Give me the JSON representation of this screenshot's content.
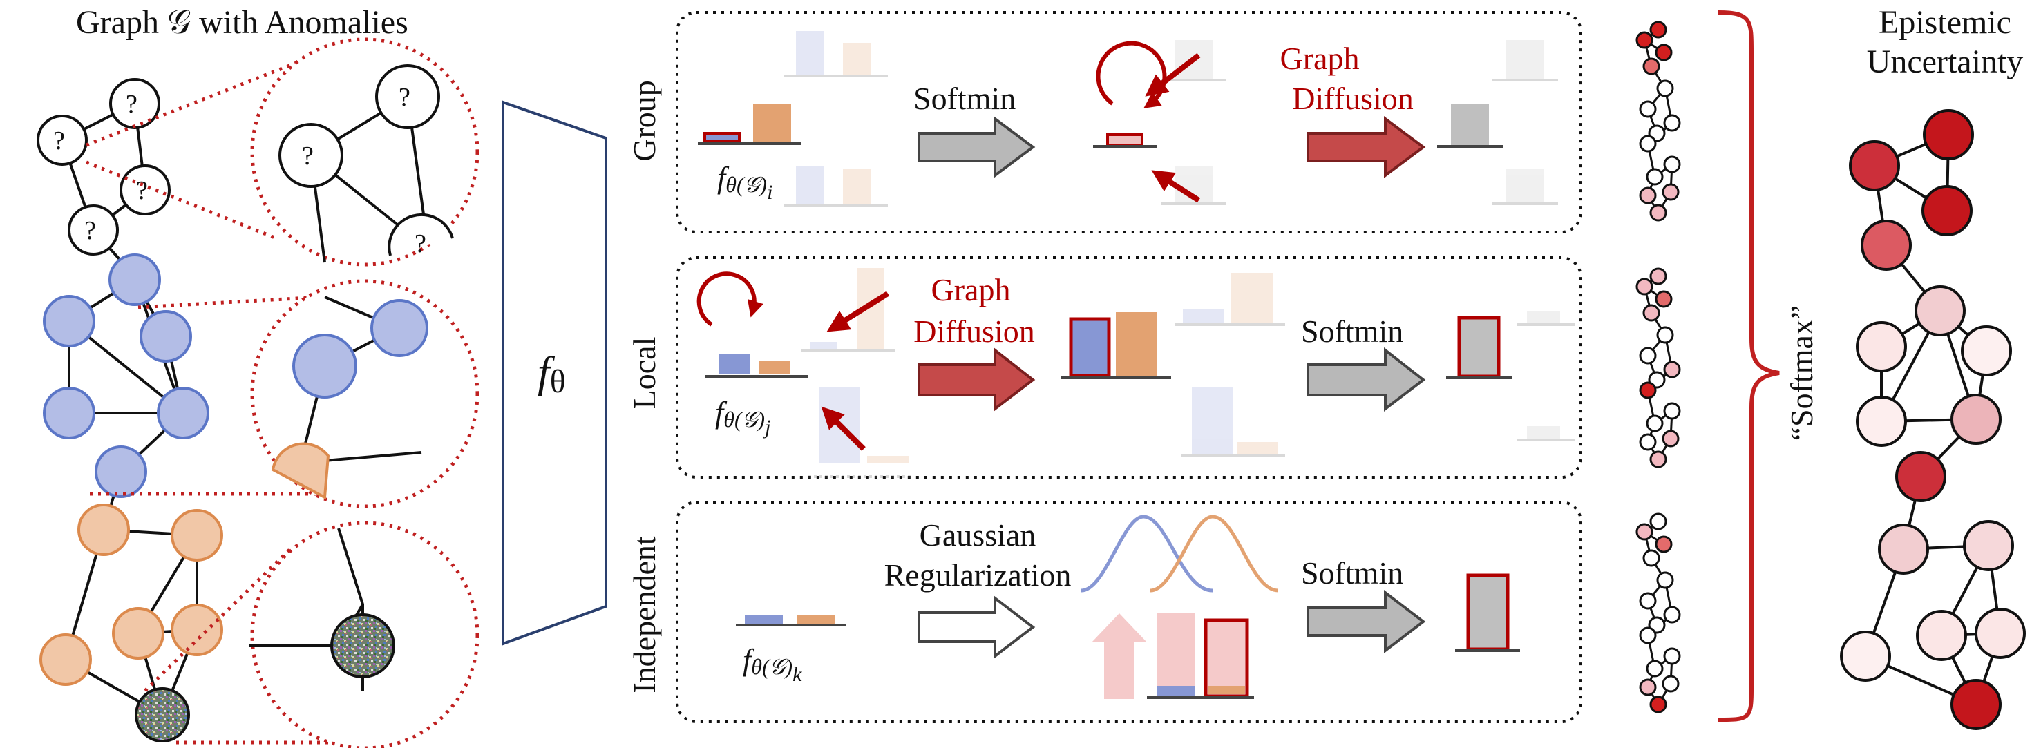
{
  "left_panel": {
    "title": "Graph 𝒢 with Anomalies",
    "unknown_marker": "?"
  },
  "encoder": {
    "label": "f",
    "subscript": "θ"
  },
  "rows": {
    "group": {
      "label": "Group",
      "function_label": "f",
      "function_arg": "θ(𝒢)",
      "function_sub": "i",
      "step1": "Softmin",
      "step2_line1": "Graph",
      "step2_line2": "Diffusion"
    },
    "local": {
      "label": "Local",
      "function_label": "f",
      "function_arg": "θ(𝒢)",
      "function_sub": "j",
      "step1_line1": "Graph",
      "step1_line2": "Diffusion",
      "step2": "Softmin"
    },
    "independent": {
      "label": "Independent",
      "function_label": "f",
      "function_arg": "θ(𝒢)",
      "function_sub": "k",
      "step1_line1": "Gaussian",
      "step1_line2": "Regularization",
      "step2": "Softmin"
    }
  },
  "aggregation": {
    "label": "“Softmax”"
  },
  "output": {
    "title_line1": "Epistemic",
    "title_line2": "Uncertainty"
  },
  "colors": {
    "blue_fill": "#b3bde6",
    "blue_stroke": "#5b76c7",
    "orange_fill": "#f1c7a7",
    "orange_stroke": "#dc8a4d",
    "dark_red": "#b00000",
    "diffusion_arrow": "#c54a4a",
    "gray_arrow": "#b8b8b8",
    "bar_blue": "#8797d4",
    "bar_orange": "#e3a271",
    "bar_gray": "#bfbfbf"
  }
}
